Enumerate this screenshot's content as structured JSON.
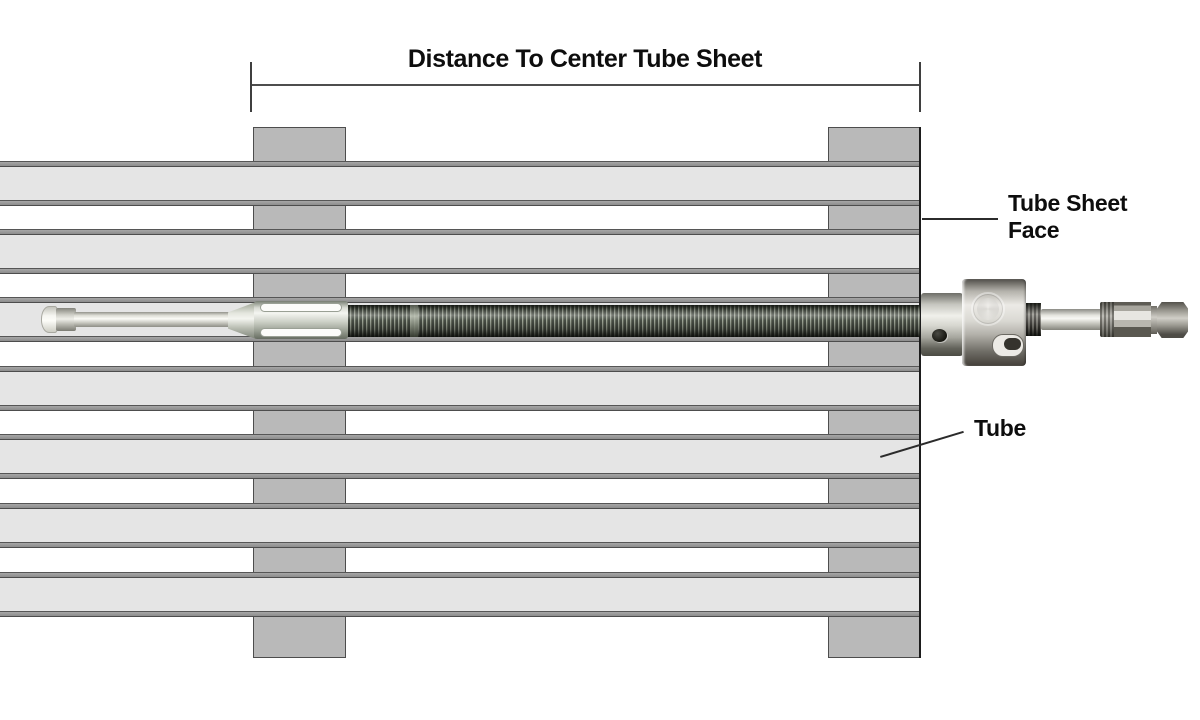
{
  "title": "Tube expander inserted through heat exchanger tube bundle",
  "dimension": {
    "label": "Distance To Center Tube Sheet"
  },
  "callouts": {
    "tube_sheet_face": "Tube Sheet\nFace",
    "tube": "Tube"
  },
  "tube_bundle": {
    "tube_count": 7,
    "tube_tops": [
      161,
      229,
      297,
      366,
      434,
      503,
      572
    ],
    "tube_height": 45,
    "tube_width": 920
  },
  "baffles": {
    "count": 2
  },
  "colors": {
    "background": "#ffffff",
    "tube_body": "#e5e5e5",
    "tube_rail_mid": "#8d8d8d",
    "tube_rail_edge": "#4d4d4d",
    "baffle_fill": "#b9b9b9",
    "baffle_outline": "#4d4d4d",
    "tube_sheet_face_line": "#1d1d1d",
    "dimension_line": "#4d4d4d",
    "label_text": "#0d0d0d",
    "thread_dark": "#3f453c",
    "thread_light": "#99a092",
    "cage_metal": "#ccd0c6",
    "collar_metal_highlight": "#eceae6",
    "collar_metal_shadow": "#433f39"
  }
}
